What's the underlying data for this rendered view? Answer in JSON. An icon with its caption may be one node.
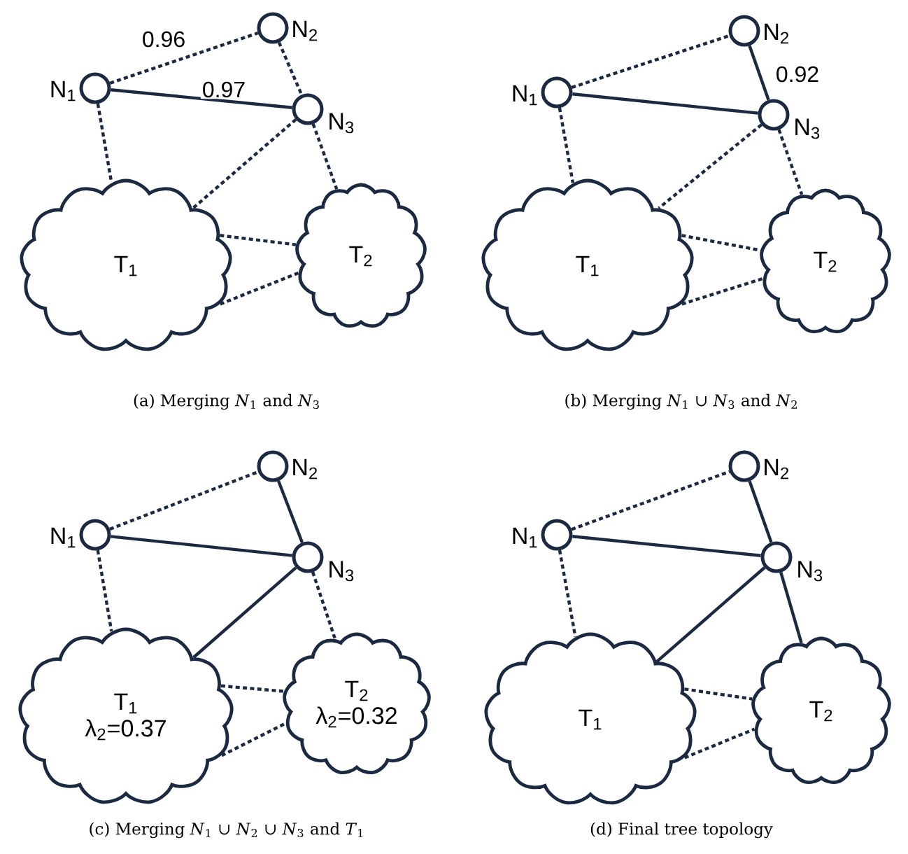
{
  "diagram": {
    "nodes": [
      {
        "text": [],
        "shape": "circle",
        "beside": [
          "N$_{1}$"
        ]
      },
      {
        "text": [],
        "shape": "circle",
        "beside": [
          "N$_{2}$"
        ]
      },
      {
        "text": [],
        "shape": "circle",
        "beside": [
          "N$_{3}$"
        ]
      },
      {
        "text": [
          "T$_{1}$"
        ]
      },
      {
        "text": [
          "T$_{2}$"
        ]
      },
      {
        "text": [],
        "shape": "circle",
        "beside": [
          "N$_{1}$"
        ]
      },
      {
        "text": [],
        "shape": "circle",
        "beside": [
          "N$_{2}$"
        ]
      },
      {
        "text": [],
        "shape": "circle",
        "beside": [
          "N$_{3}$"
        ]
      },
      {
        "text": [
          "T$_{1}$"
        ]
      },
      {
        "text": [
          "T$_{2}$"
        ]
      },
      {
        "text": [],
        "shape": "circle",
        "beside": [
          "N$_{1}$"
        ]
      },
      {
        "text": [],
        "shape": "circle",
        "beside": [
          "N$_{2}$"
        ]
      },
      {
        "text": [],
        "shape": "circle",
        "beside": [
          "N$_{3}$"
        ]
      },
      {
        "text": [
          "T$_{1}$",
          "λ$_{2}$=0.37"
        ]
      },
      {
        "text": [
          "T$_{2}$",
          "λ$_{2}$=0.32"
        ]
      },
      {
        "text": [],
        "shape": "circle",
        "beside": [
          "N$_{1}$"
        ]
      },
      {
        "text": [],
        "shape": "circle",
        "beside": [
          "N$_{2}$"
        ]
      },
      {
        "text": [],
        "shape": "circle",
        "beside": [
          "N$_{3}$"
        ]
      },
      {
        "text": [
          "T$_{1}$"
        ]
      },
      {
        "text": [
          "T$_{2}$"
        ]
      }
    ],
    "edges": [
      {
        "from": 0,
        "to": 1,
        "arrow": "none",
        "style": "dashed",
        "label": "0.96"
      },
      {
        "from": 0,
        "to": 2,
        "arrow": "none",
        "label": "0.97"
      },
      {
        "from": 1,
        "to": 2,
        "arrow": "none",
        "style": "dashed"
      },
      {
        "from": 0,
        "to": 3,
        "arrow": "none",
        "style": "dashed"
      },
      {
        "from": 2,
        "to": 3,
        "arrow": "none",
        "style": "dashed"
      },
      {
        "from": 2,
        "to": 4,
        "arrow": "none",
        "style": "dashed"
      },
      {
        "from": 3,
        "to": 4,
        "arrow": "none",
        "style": "dashed"
      },
      {
        "from": 3,
        "to": 4,
        "arrow": "none",
        "style": "dashed"
      },
      {
        "from": 5,
        "to": 6,
        "arrow": "none",
        "style": "dashed"
      },
      {
        "from": 5,
        "to": 7,
        "arrow": "none"
      },
      {
        "from": 6,
        "to": 7,
        "arrow": "none",
        "label": "0.92"
      },
      {
        "from": 5,
        "to": 8,
        "arrow": "none",
        "style": "dashed"
      },
      {
        "from": 7,
        "to": 8,
        "arrow": "none",
        "style": "dashed"
      },
      {
        "from": 7,
        "to": 9,
        "arrow": "none",
        "style": "dashed"
      },
      {
        "from": 8,
        "to": 9,
        "arrow": "none",
        "style": "dashed"
      },
      {
        "from": 8,
        "to": 9,
        "arrow": "none",
        "style": "dashed"
      },
      {
        "from": 10,
        "to": 11,
        "arrow": "none",
        "style": "dashed"
      },
      {
        "from": 10,
        "to": 12,
        "arrow": "none"
      },
      {
        "from": 11,
        "to": 12,
        "arrow": "none"
      },
      {
        "from": 10,
        "to": 13,
        "arrow": "none",
        "style": "dashed"
      },
      {
        "from": 12,
        "to": 13,
        "arrow": "none"
      },
      {
        "from": 12,
        "to": 14,
        "arrow": "none",
        "style": "dashed"
      },
      {
        "from": 13,
        "to": 14,
        "arrow": "none",
        "style": "dashed"
      },
      {
        "from": 13,
        "to": 14,
        "arrow": "none",
        "style": "dashed"
      },
      {
        "from": 15,
        "to": 16,
        "arrow": "none",
        "style": "dashed"
      },
      {
        "from": 15,
        "to": 17,
        "arrow": "none"
      },
      {
        "from": 16,
        "to": 17,
        "arrow": "none"
      },
      {
        "from": 15,
        "to": 18,
        "arrow": "none",
        "style": "dashed"
      },
      {
        "from": 17,
        "to": 18,
        "arrow": "none"
      },
      {
        "from": 17,
        "to": 19,
        "arrow": "none"
      },
      {
        "from": 18,
        "to": 19,
        "arrow": "none",
        "style": "dashed"
      },
      {
        "from": 18,
        "to": 19,
        "arrow": "none",
        "style": "dashed"
      }
    ],
    "labels": [
      "(a) Merging *N*$_{1}$ and *N*$_{3}$",
      "(b) Merging *N*$_{1}$ ∪ *N*$_{3}$ and *N*$_{2}$",
      "(c) Merging *N*$_{1}$ ∪ *N*$_{2}$ ∪ *N*$_{3}$ and *T*$_{1}$",
      "(d) Final tree topology"
    ]
  }
}
